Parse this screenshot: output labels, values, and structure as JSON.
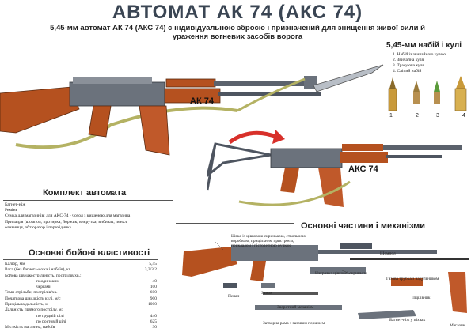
{
  "title": "АВТОМАТ АК 74 (АКС 74)",
  "subtitle": "5,45-мм автомат АК 74 (АКС 74) є індивідуальною зброєю і призначений для знищення живої сили й ураження вогневих засобів ворога",
  "rifle1_label": "АК 74",
  "rifle2_label": "АКС 74",
  "ammo": {
    "title": "5,45-мм набій і кулі",
    "items": [
      "1. Набій із звичайною кулею",
      "2. Звичайна куля",
      "3. Трасуюча куля",
      "4. Сліпий набій"
    ],
    "numbers": [
      "1",
      "2",
      "3",
      "4"
    ]
  },
  "kit": {
    "title": "Комплект автомата",
    "lines": [
      "Багнет-ніж",
      "Ремінь",
      "Сумка для магазинів: для АКС-74 - чохол з кишенею для магазина",
      "Приладдя (шомпол, протирка, йоржик, викрутка, вибивач, пенал,",
      "оливниця, обтюратор і перехідник)"
    ]
  },
  "props": {
    "title": "Основні бойові властивості",
    "rows": [
      {
        "label": "Калібр, мм",
        "value": "5,45"
      },
      {
        "label": "Вага (без багнета-ножа і набоїв), кг",
        "value": "3,3/3,2"
      },
      {
        "label": "Бойова швидкострільність, пострілів/хв.:",
        "value": ""
      },
      {
        "label": "поодиноким",
        "value": "40"
      },
      {
        "label": "чергами",
        "value": "100"
      },
      {
        "label": "Темп стрільби, пострілів/хв.",
        "value": "600"
      },
      {
        "label": "Початкова швидкість кулі, м/с",
        "value": "900"
      },
      {
        "label": "Прицільна дальність, м",
        "value": "1000"
      },
      {
        "label": "Дальність прямого пострілу, м:",
        "value": ""
      },
      {
        "label": "по грудній цілі",
        "value": "440"
      },
      {
        "label": "по ростовій цілі",
        "value": "625"
      },
      {
        "label": "Місткість магазина, набоїв",
        "value": "30"
      }
    ]
  },
  "mechanisms": {
    "title": "Основні частини і механізми",
    "parts": {
      "receiver": "Цівка із цівковою скринькою, ствольною коробкою, прицільним пристроєм, прикладом і пістолетною ручкою",
      "rod": "Шомпол",
      "cover": "Накривка цівкової скриньки",
      "gas_tube": "Газова трубка з надульником",
      "case": "Пенал",
      "bolt": "Замок",
      "recoil": "Зворотний механізм",
      "forend": "Підцівник",
      "carrier": "Затворна рама з газовим поршнем",
      "bayonet": "Багнет-ніж у піхвах",
      "magazine": "Магазин"
    }
  },
  "colors": {
    "wood": "#b5511f",
    "metal": "#4e5560",
    "strap": "#b4b263",
    "title": "#3a4553",
    "arrow": "#d8302a"
  }
}
